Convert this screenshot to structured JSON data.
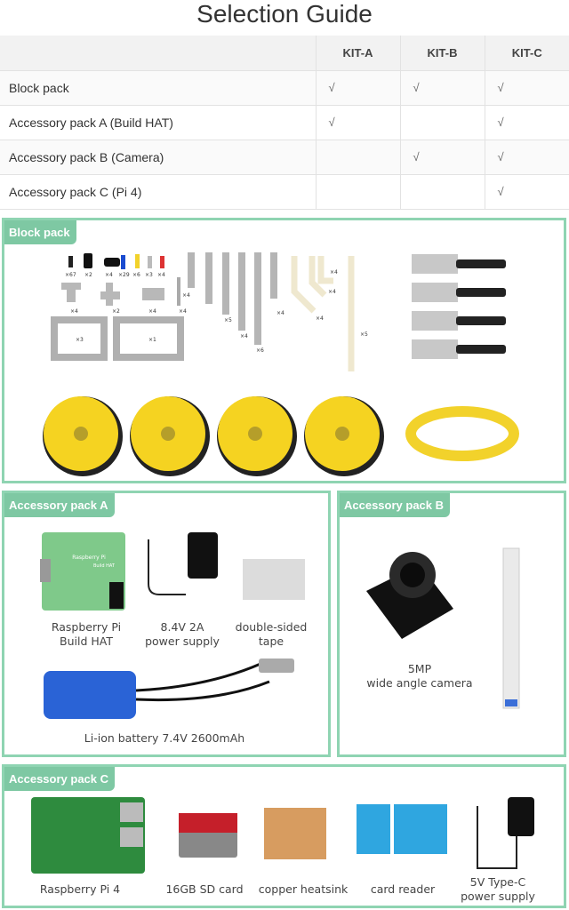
{
  "title": "Selection Guide",
  "table": {
    "columns": [
      "KIT-A",
      "KIT-B",
      "KIT-C"
    ],
    "rows": [
      {
        "label": "Block pack",
        "cells": [
          "√",
          "√",
          "√"
        ]
      },
      {
        "label": "Accessory pack A (Build HAT)",
        "cells": [
          "√",
          "",
          "√"
        ]
      },
      {
        "label": "Accessory pack B (Camera)",
        "cells": [
          "",
          "√",
          "√"
        ]
      },
      {
        "label": "Accessory pack C (Pi 4)",
        "cells": [
          "",
          "",
          "√"
        ]
      }
    ]
  },
  "block_pack": {
    "tag": "Block pack",
    "counts": {
      "c67": "×67",
      "c2a": "×2",
      "c4a": "×4",
      "c29": "×29",
      "c6": "×6",
      "c3a": "×3",
      "c4b": "×4",
      "c4c": "×4",
      "c2b": "×2",
      "c4d": "×4",
      "c4e": "×4",
      "c3b": "×3",
      "c1": "×1",
      "c4f": "×4",
      "c5a": "×5",
      "c4g": "×4",
      "c4h": "×4",
      "c6b": "×6",
      "c4i": "×4",
      "c4j": "×4",
      "c4k": "×4",
      "c5b": "×5"
    }
  },
  "pack_a": {
    "tag": "Accessory pack A",
    "board_title": "Raspberry Pi",
    "board_sub": "Build HAT",
    "hat_caption": [
      "Raspberry Pi",
      "Build HAT"
    ],
    "psu_caption": [
      "8.4V 2A",
      "power supply"
    ],
    "tape_caption": [
      "double-sided",
      "tape"
    ],
    "battery_caption": "Li-ion battery 7.4V 2600mAh"
  },
  "pack_b": {
    "tag": "Accessory pack B",
    "camera_caption": [
      "5MP",
      "wide angle camera"
    ]
  },
  "pack_c": {
    "tag": "Accessory pack C",
    "pi_caption": "Raspberry Pi 4",
    "sd_caption": "16GB SD card",
    "heatsink_caption": "copper heatsink",
    "reader_caption": "card reader",
    "psu_caption": [
      "5V Type-C",
      "power supply"
    ]
  },
  "colors": {
    "panel_border": "#8fd4b2",
    "tag_bg": "#7ec8a3",
    "wheel_yellow": "#f5d321",
    "battery_blue": "#2a63d6",
    "reader_blue": "#2fa6e0"
  }
}
